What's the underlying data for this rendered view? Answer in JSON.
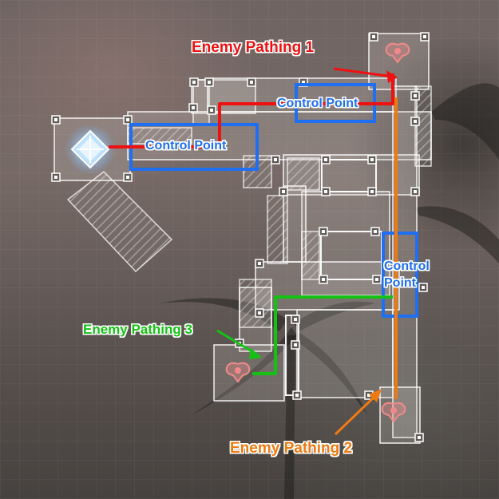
{
  "control_point_label": "Control Point",
  "control_point_line1": "Control",
  "control_point_line2": "Point",
  "enemy_paths": [
    {
      "label": "Enemy Pathing 1",
      "color": "#ee1111"
    },
    {
      "label": "Enemy Pathing 2",
      "color": "#f07a12"
    },
    {
      "label": "Enemy Pathing 3",
      "color": "#14c214"
    }
  ],
  "colors": {
    "control_point_box": "#1f6ff2",
    "enemy_spawn": "#f08a8a",
    "player_base": "#8fc8ff"
  },
  "icons": {
    "player_base": "diamond-crystal-icon",
    "enemy_spawn": "enemy-spawn-icon",
    "tile_node": "tile-node-icon"
  }
}
